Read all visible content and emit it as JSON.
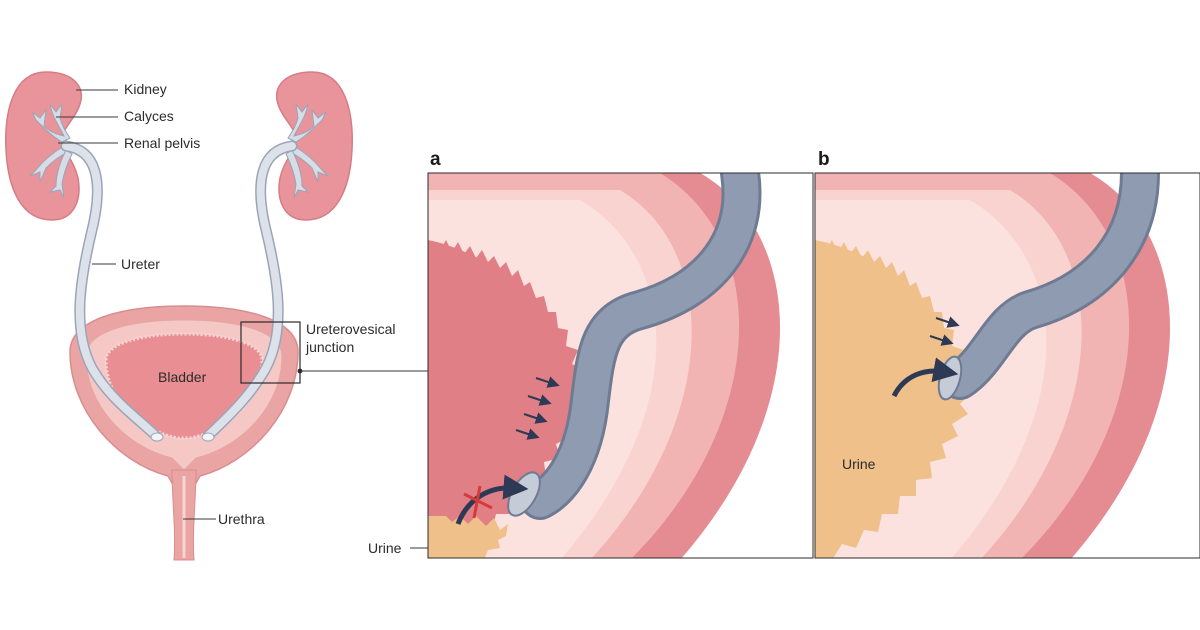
{
  "overview": {
    "labels": {
      "kidney": "Kidney",
      "calyces": "Calyces",
      "renal_pelvis": "Renal pelvis",
      "ureter": "Ureter",
      "bladder": "Bladder",
      "ureterovesical_line1": "Ureterovesical",
      "ureterovesical_line2": "junction",
      "urethra": "Urethra"
    }
  },
  "panel_a": {
    "letter": "a",
    "urine_label": "Urine"
  },
  "panel_b": {
    "letter": "b",
    "urine_label": "Urine"
  },
  "colors": {
    "kidney": "#e8949a",
    "bladder_wall": "#eaa4a4",
    "ureter_fill": "#d7dde6",
    "ureter_panel": "#8f9bb0",
    "urine": "#efc08a",
    "arrow": "#2e3a55",
    "blocked_mark": "#d63a3a"
  }
}
